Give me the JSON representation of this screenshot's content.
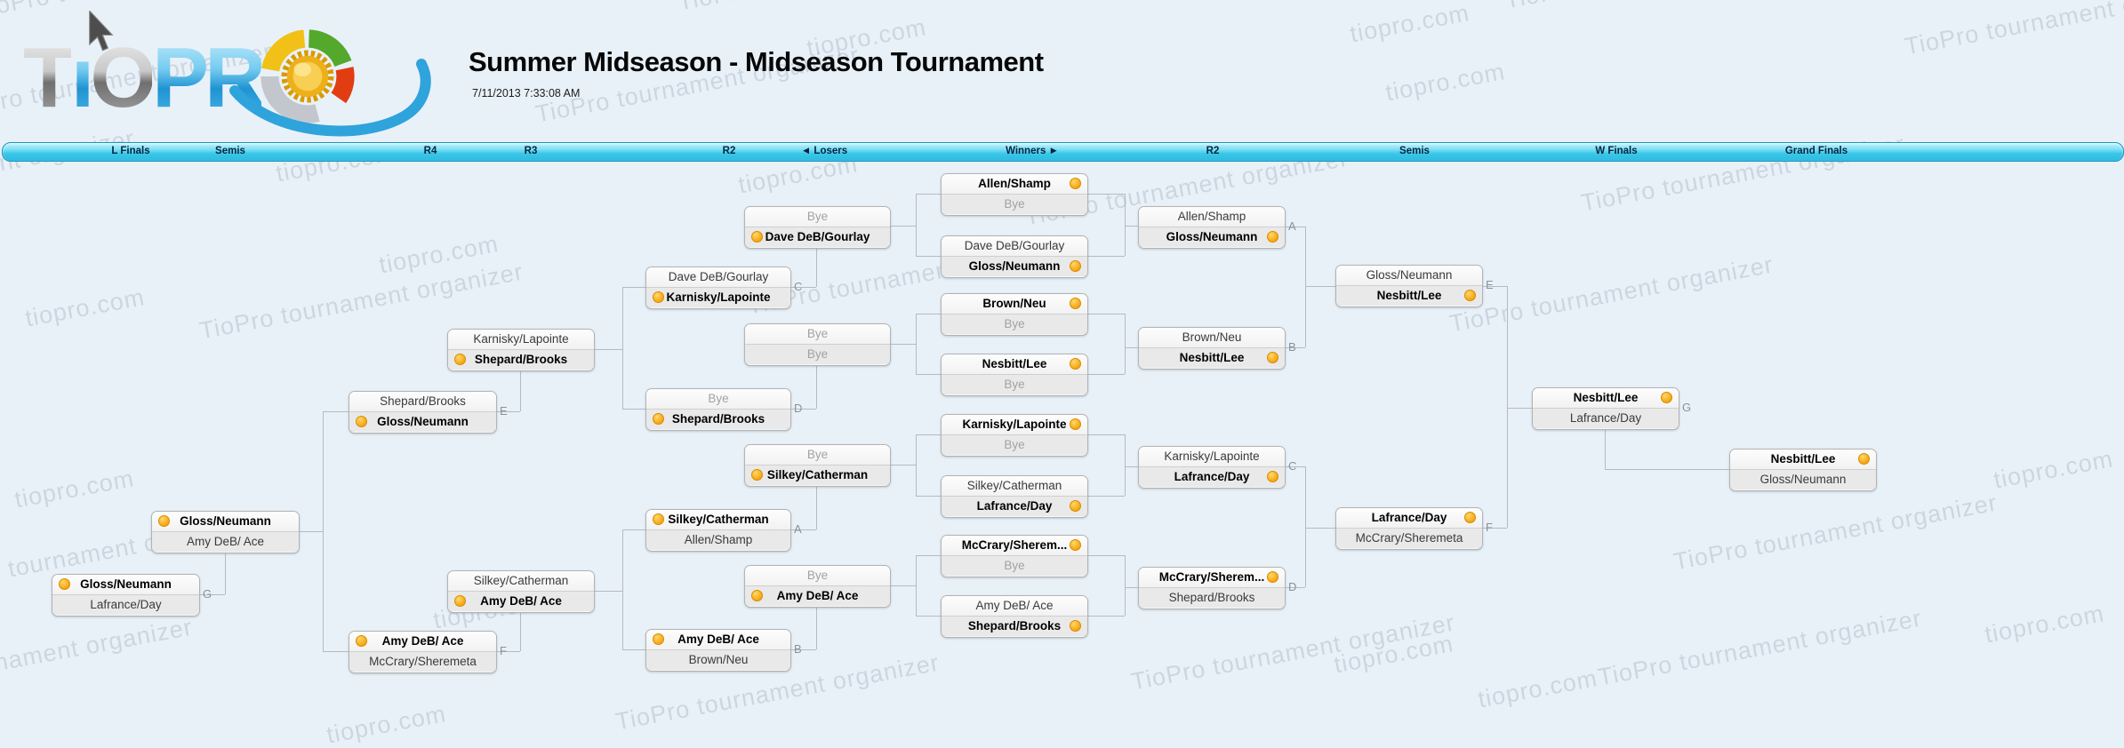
{
  "header": {
    "logo": {
      "text_gray_1": "T",
      "text_blue_1": "ı",
      "text_gray_2": "O",
      "text_blue_2": "PR",
      "badge_icon": "tiopro-badge"
    },
    "title": "Summer Midseason - Midseason Tournament",
    "datetime": "7/11/2013 7:33:08 AM"
  },
  "round_bar": {
    "labels": [
      "L Finals",
      "Semis",
      "R4",
      "R3",
      "R2",
      "◄ Losers",
      "Winners ►",
      "R2",
      "Semis",
      "W Finals",
      "Grand Finals"
    ]
  },
  "watermark": {
    "texts": {
      "brand": "TioPro tournament organizer",
      "site": "tiopro.com"
    }
  },
  "colors": {
    "background": "#e9f1f8",
    "bar_fill": "#3ac6e8",
    "bar_border": "#1695bd",
    "winner_dot": "#f9b023",
    "box_border": "#b3b3b3",
    "connector": "#b4bac1",
    "bye_text": "#a2a2a2"
  },
  "bracket": {
    "rounds": [
      {
        "id": "winners-r1",
        "matches": [
          {
            "top": {
              "name": "Allen/Shamp",
              "winner": true
            },
            "bottom": {
              "name": "Bye",
              "bye": true
            }
          },
          {
            "top": {
              "name": "Dave DeB/Gourlay"
            },
            "bottom": {
              "name": "Gloss/Neumann",
              "winner": true
            }
          },
          {
            "top": {
              "name": "Brown/Neu",
              "winner": true
            },
            "bottom": {
              "name": "Bye",
              "bye": true
            }
          },
          {
            "top": {
              "name": "Nesbitt/Lee",
              "winner": true
            },
            "bottom": {
              "name": "Bye",
              "bye": true
            }
          },
          {
            "top": {
              "name": "Karnisky/Lapointe",
              "winner": true
            },
            "bottom": {
              "name": "Bye",
              "bye": true
            }
          },
          {
            "top": {
              "name": "Silkey/Catherman"
            },
            "bottom": {
              "name": "Lafrance/Day",
              "winner": true
            }
          },
          {
            "top": {
              "name": "McCrary/Sherem...",
              "winner": true
            },
            "bottom": {
              "name": "Bye",
              "bye": true
            }
          },
          {
            "top": {
              "name": "Amy DeB/ Ace"
            },
            "bottom": {
              "name": "Shepard/Brooks",
              "winner": true
            }
          }
        ]
      },
      {
        "id": "winners-r2",
        "matches": [
          {
            "top": {
              "name": "Allen/Shamp"
            },
            "bottom": {
              "name": "Gloss/Neumann",
              "winner": true
            },
            "letter": "A"
          },
          {
            "top": {
              "name": "Brown/Neu"
            },
            "bottom": {
              "name": "Nesbitt/Lee",
              "winner": true
            },
            "letter": "B"
          },
          {
            "top": {
              "name": "Karnisky/Lapointe"
            },
            "bottom": {
              "name": "Lafrance/Day",
              "winner": true
            },
            "letter": "C"
          },
          {
            "top": {
              "name": "McCrary/Sherem...",
              "winner": true
            },
            "bottom": {
              "name": "Shepard/Brooks"
            },
            "letter": "D"
          }
        ]
      },
      {
        "id": "winners-semis",
        "matches": [
          {
            "top": {
              "name": "Gloss/Neumann"
            },
            "bottom": {
              "name": "Nesbitt/Lee",
              "winner": true
            },
            "letter": "E"
          },
          {
            "top": {
              "name": "Lafrance/Day",
              "winner": true
            },
            "bottom": {
              "name": "McCrary/Sheremeta"
            },
            "letter": "F"
          }
        ]
      },
      {
        "id": "winners-finals",
        "matches": [
          {
            "top": {
              "name": "Nesbitt/Lee",
              "winner": true
            },
            "bottom": {
              "name": "Lafrance/Day"
            },
            "letter": "G"
          }
        ]
      },
      {
        "id": "grand-finals",
        "matches": [
          {
            "top": {
              "name": "Nesbitt/Lee",
              "winner": true
            },
            "bottom": {
              "name": "Gloss/Neumann"
            }
          }
        ]
      },
      {
        "id": "losers-r2",
        "matches": [
          {
            "top": {
              "name": "Bye",
              "bye": true
            },
            "bottom": {
              "name": "Dave DeB/Gourlay",
              "winner": true
            }
          },
          {
            "top": {
              "name": "Bye",
              "bye": true
            },
            "bottom": {
              "name": "Bye",
              "bye": true
            }
          },
          {
            "top": {
              "name": "Bye",
              "bye": true
            },
            "bottom": {
              "name": "Silkey/Catherman",
              "winner": true
            }
          },
          {
            "top": {
              "name": "Bye",
              "bye": true
            },
            "bottom": {
              "name": "Amy DeB/ Ace",
              "winner": true
            }
          }
        ]
      },
      {
        "id": "losers-r3",
        "matches": [
          {
            "top": {
              "name": "Dave DeB/Gourlay"
            },
            "bottom": {
              "name": "Karnisky/Lapointe",
              "winner": true
            },
            "letter": "C"
          },
          {
            "top": {
              "name": "Bye",
              "bye": true
            },
            "bottom": {
              "name": "Shepard/Brooks",
              "winner": true
            },
            "letter": "D"
          },
          {
            "top": {
              "name": "Silkey/Catherman",
              "winner": true
            },
            "bottom": {
              "name": "Allen/Shamp"
            },
            "letter": "A"
          },
          {
            "top": {
              "name": "Amy DeB/ Ace",
              "winner": true
            },
            "bottom": {
              "name": "Brown/Neu"
            },
            "letter": "B"
          }
        ]
      },
      {
        "id": "losers-r4",
        "matches": [
          {
            "top": {
              "name": "Karnisky/Lapointe"
            },
            "bottom": {
              "name": "Shepard/Brooks",
              "winner": true
            }
          },
          {
            "top": {
              "name": "Silkey/Catherman"
            },
            "bottom": {
              "name": "Amy DeB/ Ace",
              "winner": true
            }
          }
        ]
      },
      {
        "id": "losers-r5",
        "matches": [
          {
            "top": {
              "name": "Shepard/Brooks"
            },
            "bottom": {
              "name": "Gloss/Neumann",
              "winner": true
            },
            "letter": "E"
          },
          {
            "top": {
              "name": "Amy DeB/ Ace",
              "winner": true
            },
            "bottom": {
              "name": "McCrary/Sheremeta"
            },
            "letter": "F"
          }
        ]
      },
      {
        "id": "losers-semis",
        "matches": [
          {
            "top": {
              "name": "Gloss/Neumann",
              "winner": true
            },
            "bottom": {
              "name": "Amy DeB/ Ace"
            }
          }
        ]
      },
      {
        "id": "losers-finals",
        "matches": [
          {
            "top": {
              "name": "Gloss/Neumann",
              "winner": true
            },
            "bottom": {
              "name": "Lafrance/Day"
            },
            "letter": "G"
          }
        ]
      }
    ]
  }
}
